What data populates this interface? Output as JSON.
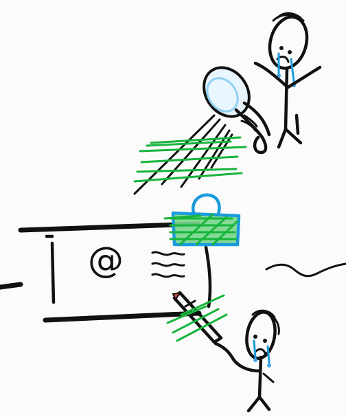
{
  "illustration": {
    "envelope_symbol": "@",
    "colors": {
      "ink": "#111111",
      "green": "#17b43c",
      "green_fill": "#74d68a",
      "blue": "#1a9bdc",
      "tear": "#3da6e6",
      "pencil_tip": "#c94a3a",
      "background": "#fbfbfb"
    },
    "elements": [
      "envelope-icon",
      "padlock-icon",
      "flashlight-icon",
      "pencil-icon",
      "crying-person-top",
      "crying-person-bottom",
      "cable-line"
    ]
  }
}
